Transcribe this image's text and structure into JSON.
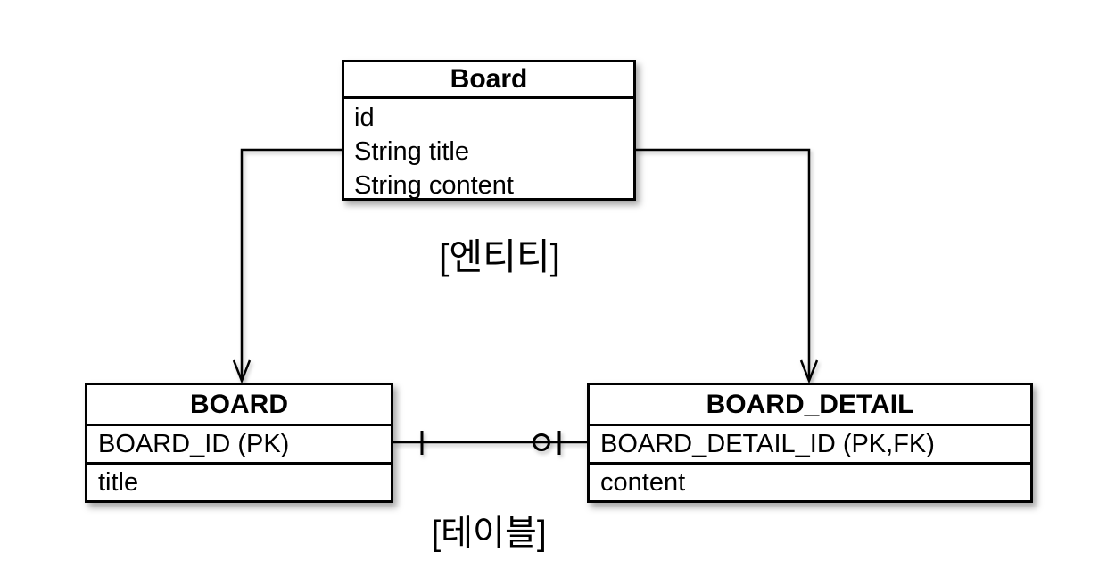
{
  "diagram": {
    "background_color": "#ffffff",
    "line_color": "#000000",
    "entity": {
      "title": "Board",
      "fields": [
        "id",
        "String title",
        "String content"
      ],
      "caption": "[엔티티]"
    },
    "tables": {
      "board": {
        "title": "BOARD",
        "rows": [
          "BOARD_ID (PK)",
          "title"
        ]
      },
      "board_detail": {
        "title": "BOARD_DETAIL",
        "rows": [
          "BOARD_DETAIL_ID (PK,FK)",
          "content"
        ]
      },
      "caption": "[테이블]"
    },
    "relationship": {
      "from": "BOARD",
      "to": "BOARD_DETAIL",
      "left_cardinality": "one",
      "right_cardinality": "zero-or-one"
    }
  }
}
